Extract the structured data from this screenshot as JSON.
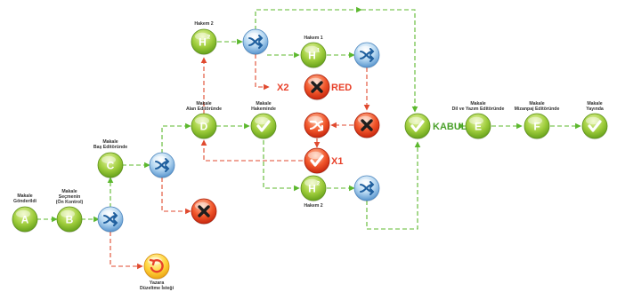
{
  "labels": {
    "A": [
      "Makale",
      "Gönderildi"
    ],
    "B": [
      "Makale",
      "Seçmenin",
      "(Ön Kontrol)"
    ],
    "C": [
      "Makale",
      "Baş Editöründe"
    ],
    "D": [
      "Makale",
      "Alan Editöründe"
    ],
    "V1": [
      "Makale",
      "Hakeminde"
    ],
    "H2top": [
      "Hakem 2"
    ],
    "H1": [
      "Hakem 1"
    ],
    "H2bot": [
      "Hakem 2"
    ],
    "E": [
      "Makale",
      "Dil ve Yazım Editöründe"
    ],
    "F": [
      "Makale",
      "Mizanpaj Editöründe"
    ],
    "V2": [
      "Makale",
      "Yayında"
    ],
    "S": [
      "Yazara",
      "Düzeltme İsteği"
    ]
  },
  "letters": {
    "A": "A",
    "B": "B",
    "C": "C",
    "D": "D",
    "E": "E",
    "F": "F",
    "H": "H"
  },
  "superscripts": {
    "one": "1",
    "two": "2"
  },
  "tags": {
    "x2": "X2",
    "red": "RED",
    "x1": "X1",
    "kabul": "KABUL"
  },
  "colors": {
    "green_top": "#d6ec8a",
    "green_bottom": "#6faa1d",
    "green_rim": "#5a8f18",
    "blue_top": "#e2f0fb",
    "blue_bottom": "#5a9bd3",
    "red_top": "#ffb199",
    "red_bottom": "#d8290f",
    "yellow_top": "#fff3a0",
    "yellow_bottom": "#f3b81b",
    "arrow_green": "#5cb82e",
    "arrow_red": "#e04a2f",
    "text_red": "#e8412a",
    "text_green": "#4aa02a"
  },
  "icons": {
    "shuffle": "shuffle-icon",
    "check": "check-icon",
    "cross": "cross-icon",
    "return": "return-icon",
    "undo": "undo-icon"
  }
}
